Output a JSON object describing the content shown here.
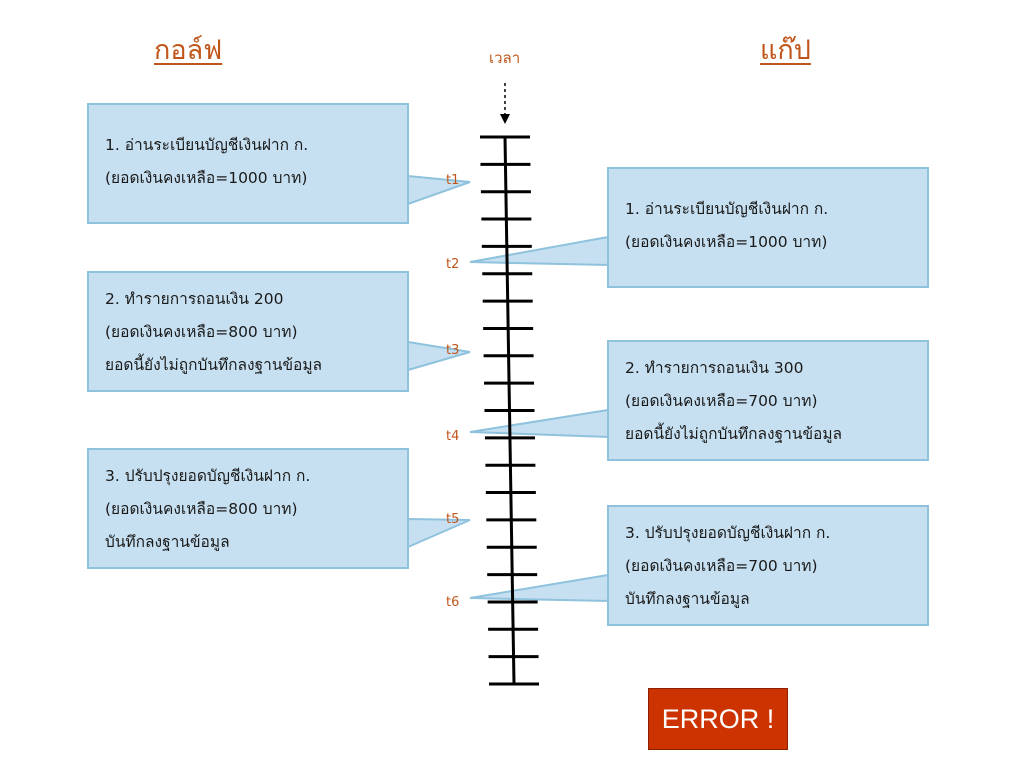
{
  "headings": {
    "left": "กอล์ฟ",
    "right": "แก๊ป"
  },
  "time_label": "เวลา",
  "ticks": [
    "t1",
    "t2",
    "t3",
    "t4",
    "t5",
    "t6"
  ],
  "left_steps": [
    {
      "lines": [
        "1.  อ่านระเบียนบัญชีเงินฝาก ก.",
        "(ยอดเงินคงเหลือ=1000 บาท)"
      ]
    },
    {
      "lines": [
        "2.  ทำรายการถอนเงิน 200",
        "(ยอดเงินคงเหลือ=800 บาท)",
        "ยอดนี้ยังไม่ถูกบันทึกลงฐานข้อมูล"
      ]
    },
    {
      "lines": [
        "3.  ปรับปรุงยอดบัญชีเงินฝาก ก.",
        "(ยอดเงินคงเหลือ=800 บาท)",
        "บันทึกลงฐานข้อมูล"
      ]
    }
  ],
  "right_steps": [
    {
      "lines": [
        "1.  อ่านระเบียนบัญชีเงินฝาก ก.",
        "(ยอดเงินคงเหลือ=1000 บาท)"
      ]
    },
    {
      "lines": [
        "2.  ทำรายการถอนเงิน 300",
        "(ยอดเงินคงเหลือ=700 บาท)",
        "ยอดนี้ยังไม่ถูกบันทึกลงฐานข้อมูล"
      ]
    },
    {
      "lines": [
        "3.  ปรับปรุงยอดบัญชีเงินฝาก ก.",
        "(ยอดเงินคงเหลือ=700 บาท)",
        "บันทึกลงฐานข้อมูล"
      ]
    }
  ],
  "error_label": "ERROR !",
  "colors": {
    "heading": "#c0561b",
    "box_fill": "#c6e0f1",
    "box_border": "#8fc2dc",
    "error_fill": "#cc3300"
  }
}
